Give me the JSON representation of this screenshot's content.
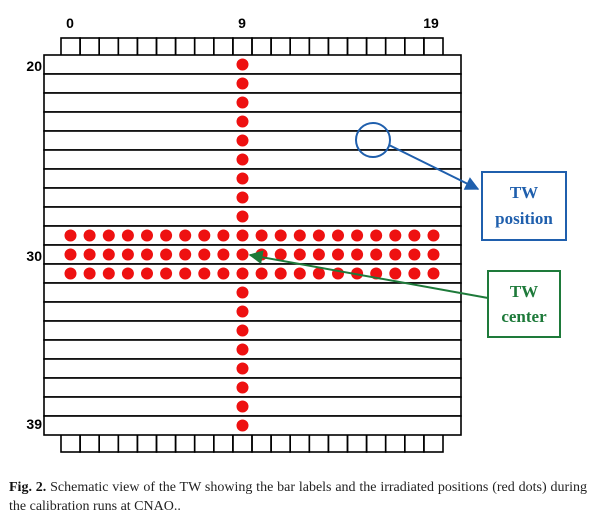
{
  "diagram": {
    "top_labels": [
      "0",
      "9",
      "19"
    ],
    "left_labels": [
      "20",
      "30",
      "39"
    ],
    "vertical_bars": [
      "0",
      "1",
      "2",
      "3",
      "4",
      "5",
      "6",
      "7",
      "8",
      "9",
      "10",
      "11",
      "12",
      "13",
      "14",
      "15",
      "16",
      "17",
      "18",
      "19"
    ],
    "horizontal_bars": [
      "20",
      "21",
      "22",
      "23",
      "24",
      "25",
      "26",
      "27",
      "28",
      "29",
      "30",
      "31",
      "32",
      "33",
      "34",
      "35",
      "36",
      "37",
      "38",
      "39"
    ],
    "irradiated_positions": {
      "vertical_bar": "9",
      "horizontal_bars": [
        "29",
        "30",
        "31"
      ]
    },
    "callouts": {
      "position": {
        "line1": "TW",
        "line2": "position",
        "color": "#1f5fad"
      },
      "center": {
        "line1": "TW",
        "line2": "center",
        "color": "#1e7a3a"
      }
    },
    "dot_color": "#ee1111"
  },
  "caption": {
    "label": "Fig. 2.",
    "text": "Schematic view of the TW showing the bar labels and the irradiated positions (red dots) during the calibration runs at CNAO.."
  }
}
